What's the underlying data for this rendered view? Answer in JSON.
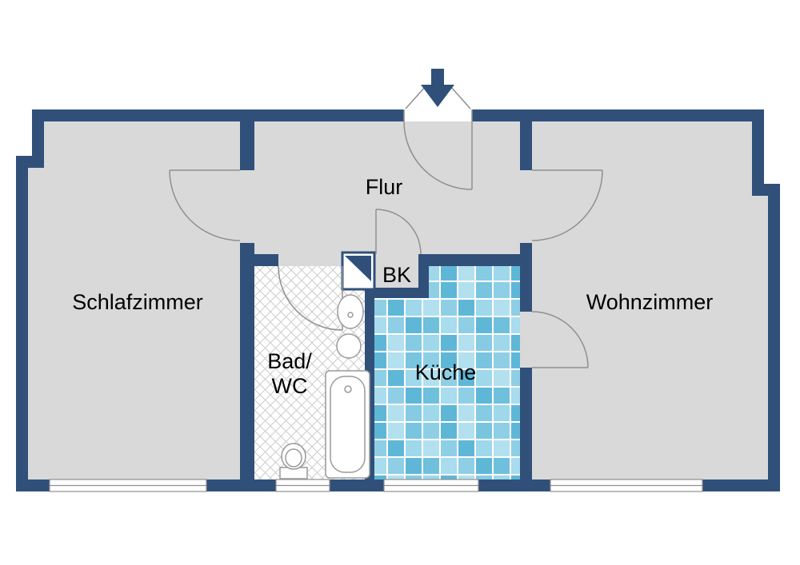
{
  "floorplan": {
    "rooms": {
      "schlafzimmer": {
        "label": "Schlafzimmer"
      },
      "flur": {
        "label": "Flur"
      },
      "bad_wc": {
        "line1": "Bad/",
        "line2": "WC"
      },
      "bk": {
        "label": "BK"
      },
      "kueche": {
        "label": "Küche"
      },
      "wohnzimmer": {
        "label": "Wohnzimmer"
      }
    },
    "icons": {
      "entrance_arrow": "down-arrow"
    },
    "colors": {
      "wall": "#30507a",
      "floor": "#d9d9d9",
      "bath_hatch_line": "#cdcdcd",
      "tile_blue_light": "#b3e0ef",
      "tile_blue_mid": "#8ecfe6",
      "tile_blue_dark": "#5fb7d8",
      "line": "#8f8f8f",
      "background": "#ffffff",
      "text": "#000000"
    }
  }
}
